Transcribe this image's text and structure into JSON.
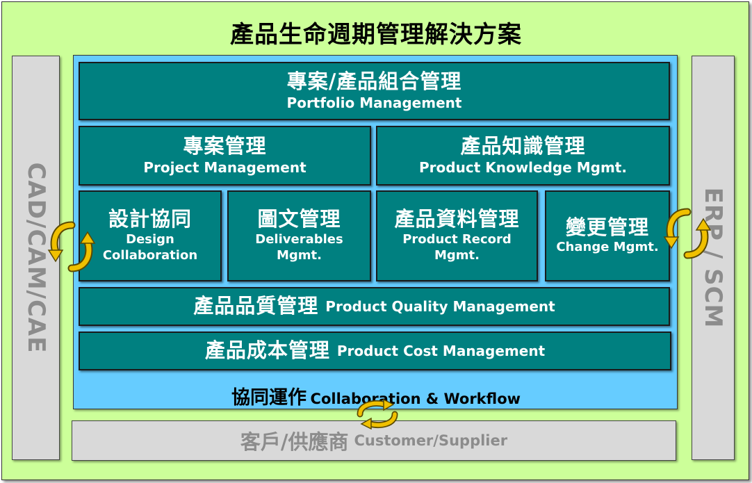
{
  "title": "產品生命週期管理解決方案",
  "left_side": "CAD/CAM/CAE",
  "right_side": "ERP / SCM",
  "modules": {
    "portfolio": {
      "zh": "專案/產品組合管理",
      "en": "Portfolio Management"
    },
    "project": {
      "zh": "專案管理",
      "en": "Project Management"
    },
    "knowledge": {
      "zh": "產品知識管理",
      "en": "Product Knowledge Mgmt."
    },
    "design": {
      "zh": "設計協同",
      "en1": "Design",
      "en2": "Collaboration"
    },
    "deliverables": {
      "zh": "圖文管理",
      "en1": "Deliverables",
      "en2": "Mgmt."
    },
    "record": {
      "zh": "產品資料管理",
      "en1": "Product Record",
      "en2": "Mgmt."
    },
    "change": {
      "zh": "變更管理",
      "en": "Change Mgmt."
    },
    "quality": {
      "zh": "產品品質管理",
      "en": "Product Quality Management"
    },
    "cost": {
      "zh": "產品成本管理",
      "en": "Product Cost Management"
    }
  },
  "collaboration": {
    "zh": "協同運作",
    "en": "Collaboration & Workflow"
  },
  "customer": {
    "zh": "客戶/供應商",
    "en": "Customer/Supplier"
  },
  "colors": {
    "background": "#ccff99",
    "platform": "#66ccff",
    "module": "#008080",
    "external": "#d9d9d9",
    "cycle": "#f0c000"
  },
  "icons": [
    "cycle-arrows-icon"
  ]
}
